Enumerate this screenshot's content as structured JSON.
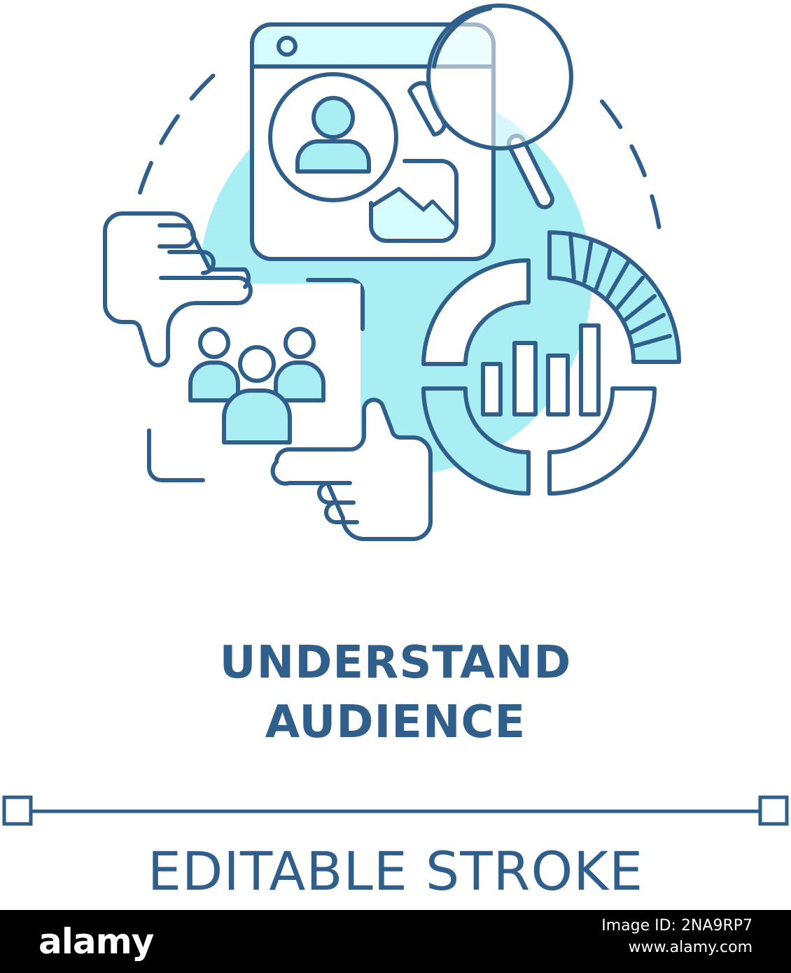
{
  "title": {
    "line1": "UNDERSTAND",
    "line2": "AUDIENCE"
  },
  "stroke_label": "EDITABLE STROKE",
  "footer": {
    "logo": "alamy",
    "image_id": "Image ID: 2NA9RP7",
    "site": "www.alamy.com"
  },
  "colors": {
    "outline": "#2f5f8a",
    "fill": "#a8eef3",
    "fill_light": "#d4fbfd",
    "footer_bg": "#000000"
  },
  "icons": [
    "browser-window-icon",
    "user-profile-icon",
    "image-icon",
    "magnifier-icon",
    "thumbs-down-icon",
    "thumbs-up-icon",
    "audience-group-icon",
    "donut-chart-icon",
    "bar-chart-icon",
    "gauge-icon"
  ]
}
